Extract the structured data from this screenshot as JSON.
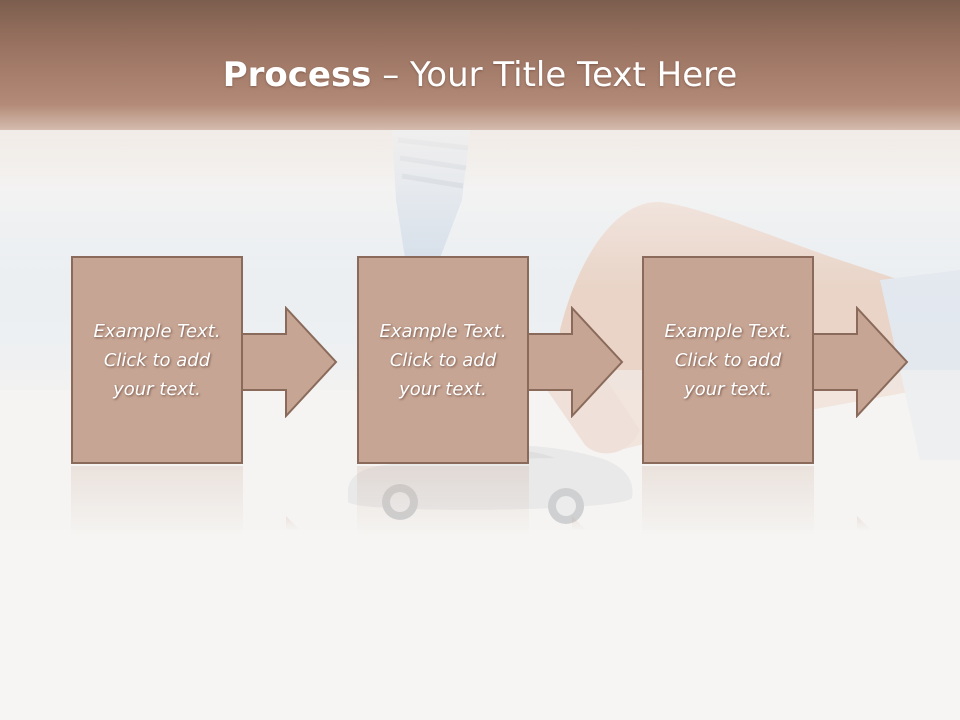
{
  "title": {
    "bold_part": "Process",
    "rest": " – Your Title Text Here"
  },
  "steps": [
    {
      "lines": [
        "Example Text.",
        "Click  to add",
        "your text."
      ]
    },
    {
      "lines": [
        "Example Text.",
        "Click  to add",
        "your text."
      ]
    },
    {
      "lines": [
        "Example Text.",
        "Click  to add",
        "your text."
      ]
    }
  ],
  "colors": {
    "header_top": "#7c5e4e",
    "box_fill": "#c7a594",
    "box_border": "#8a6a5a",
    "text": "#ffffff",
    "background": "#f7f5f3"
  },
  "icons": [
    "arrow-right-icon",
    "toy-car-icon",
    "hand-icon",
    "necktie-icon"
  ]
}
